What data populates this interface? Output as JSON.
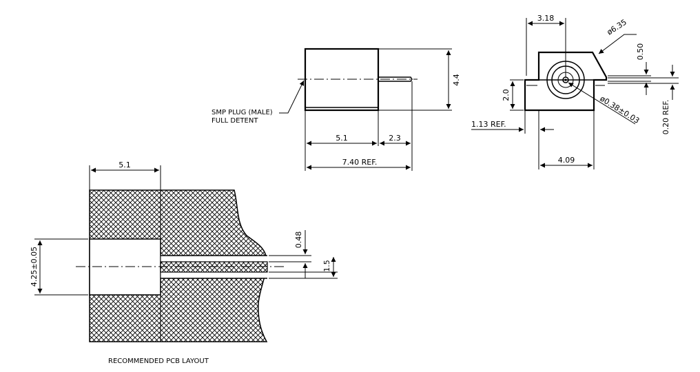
{
  "side_view": {
    "label_plug": "SMP PLUG (MALE)",
    "label_detent": "FULL DETENT",
    "dim_height": "4.4",
    "dim_body": "5.1",
    "dim_pin": "2.3",
    "dim_total": "7.40 REF."
  },
  "front_view": {
    "dim_top_width": "3.18",
    "dim_diameter": "ø6.35",
    "dim_top_offset": "0.50",
    "dim_left_height": "2.0",
    "dim_pin_diameter": "ø0.38±0.03",
    "dim_left_ref": "1.13 REF.",
    "dim_right_ref": "0.20 REF.",
    "dim_bottom_width": "4.09"
  },
  "pcb_layout": {
    "dim_width": "5.1",
    "dim_height": "4.25±0.05",
    "dim_trace_gap": "0.48",
    "dim_trace_width": "1.5",
    "caption": "RECOMMENDED PCB LAYOUT"
  }
}
